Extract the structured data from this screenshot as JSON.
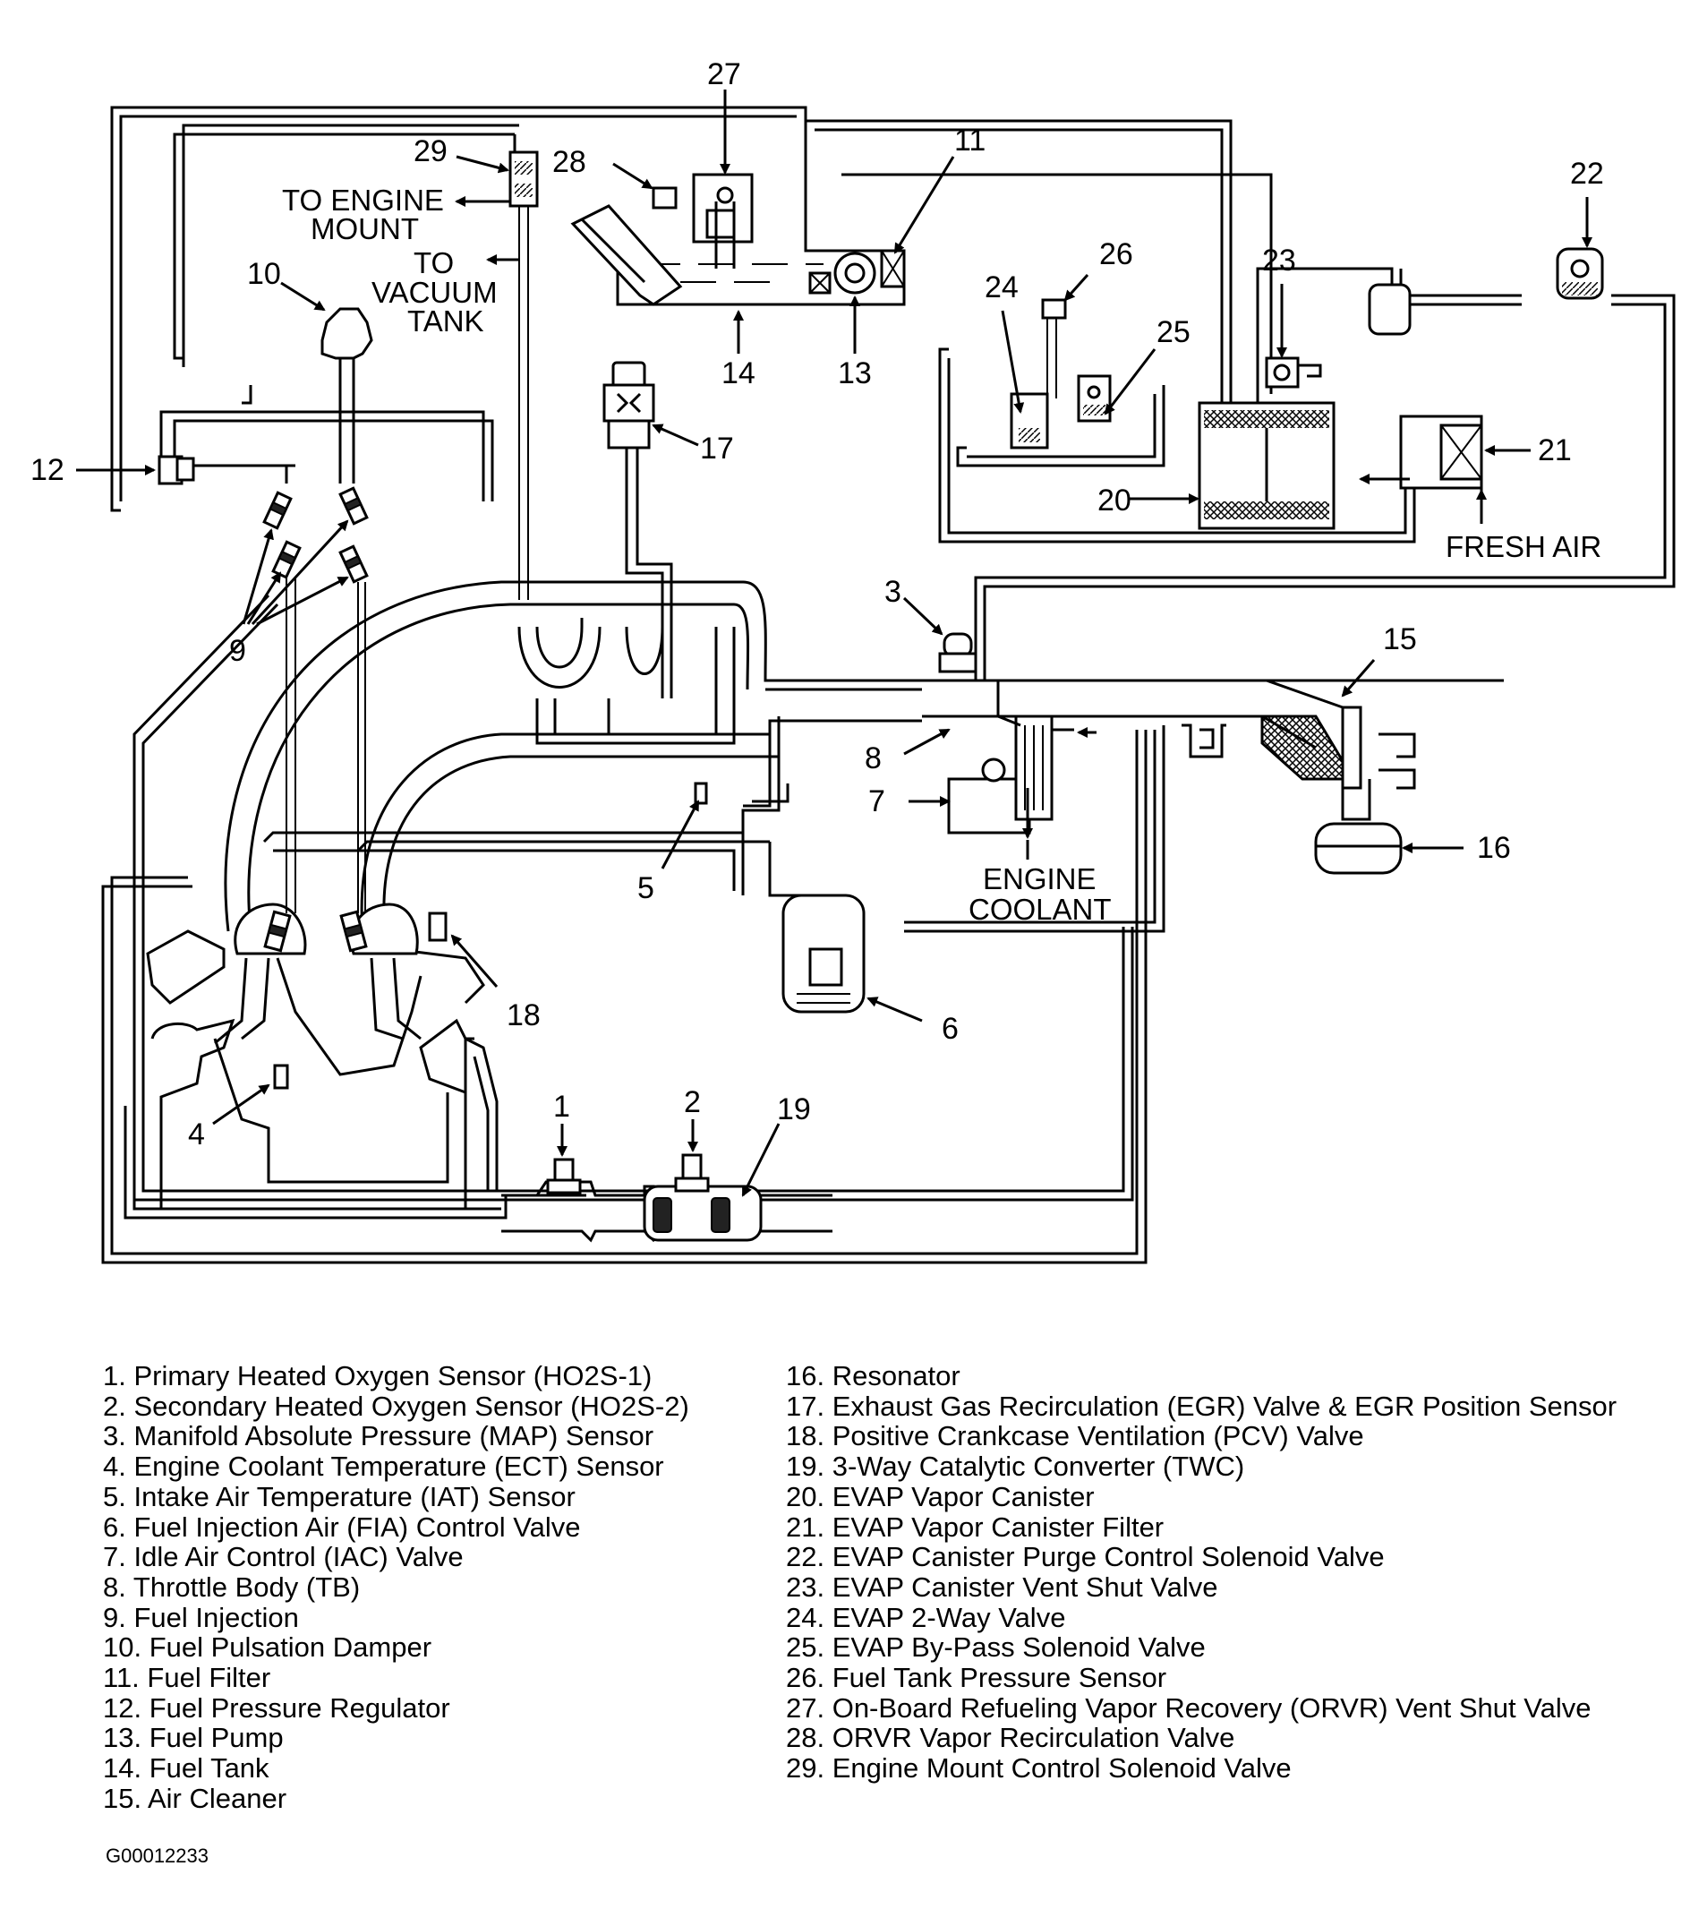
{
  "callouts": {
    "c1": "1",
    "c2": "2",
    "c3": "3",
    "c4": "4",
    "c5": "5",
    "c6": "6",
    "c7": "7",
    "c8": "8",
    "c9": "9",
    "c10": "10",
    "c11": "11",
    "c12": "12",
    "c13": "13",
    "c14": "14",
    "c15": "15",
    "c16": "16",
    "c17": "17",
    "c18": "18",
    "c19": "19",
    "c20": "20",
    "c21": "21",
    "c22": "22",
    "c23": "23",
    "c24": "24",
    "c25": "25",
    "c26": "26",
    "c27": "27",
    "c28": "28",
    "c29": "29"
  },
  "sublabels": {
    "to_engine_mount_1": "TO ENGINE",
    "to_engine_mount_2": "MOUNT",
    "to_vacuum_tank_1": "TO",
    "to_vacuum_tank_2": "VACUUM",
    "to_vacuum_tank_3": "TANK",
    "fresh_air": "FRESH AIR",
    "engine_coolant_1": "ENGINE",
    "engine_coolant_2": "COOLANT"
  },
  "legend_left": [
    "1. Primary Heated Oxygen Sensor (HO2S-1)",
    "2. Secondary Heated Oxygen Sensor (HO2S-2)",
    "3. Manifold Absolute Pressure (MAP)  Sensor",
    "4. Engine Coolant Temperature (ECT) Sensor",
    "5. Intake Air Temperature (IAT) Sensor",
    "6. Fuel Injection Air (FIA) Control Valve",
    "7. Idle Air Control (IAC)  Valve",
    "8. Throttle Body (TB)",
    "9. Fuel Injection",
    "10. Fuel Pulsation Damper",
    "11. Fuel Filter",
    "12. Fuel Pressure Regulator",
    "13. Fuel Pump",
    "14. Fuel Tank",
    "15. Air Cleaner"
  ],
  "legend_right": [
    "16. Resonator",
    "17. Exhaust Gas Recirculation (EGR) Valve & EGR Position Sensor",
    "18. Positive Crankcase Ventilation (PCV) Valve",
    "19. 3-Way Catalytic Converter (TWC)",
    "20. EVAP Vapor Canister",
    "21. EVAP Vapor Canister Filter",
    "22. EVAP Canister Purge Control  Solenoid Valve",
    "23. EVAP Canister Vent Shut Valve",
    "24. EVAP 2-Way Valve",
    "25. EVAP By-Pass Solenoid Valve",
    "26. Fuel Tank Pressure Sensor",
    "27. On-Board Refueling Vapor Recovery (ORVR) Vent Shut Valve",
    "28. ORVR Vapor Recirculation Valve",
    "29. Engine Mount Control Solenoid Valve"
  ],
  "figure_id": "G00012233"
}
